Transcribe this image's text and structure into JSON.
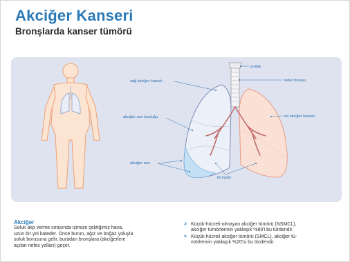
{
  "header": {
    "title": "Akciğer Kanseri",
    "subtitle": "Bronşlarda kanser tümörü"
  },
  "diagram": {
    "labels": {
      "larynx": "gırtlak",
      "trachea": "nefes borusu",
      "right_lung": "sağ akciğer kanadı",
      "left_lung": "sol akciğer kanadı",
      "pleural_space": "akciğer zarı boşluğu",
      "pleura": "akciğer zarı",
      "bronchi": "bronşlar"
    }
  },
  "text": {
    "heading": "Akciğer",
    "paragraph_lines": [
      "Soluk alıp verme sırasında içimize çektiğimiz hava,",
      "uzun bir yol kateder. Önce burun, ağız ve boğaz yoluyla",
      "soluk borusuna gelir, buradan bronşlara (akciğerlere",
      "açılan nefes yolları) geçer."
    ],
    "bullets": [
      {
        "marker": ">",
        "lines": [
          "Küçük-hücreli-olmayan akciğer tümörü (NSMCL),",
          "akciğer tümörlerinin yaklaşık %80'i bu türdendir."
        ]
      },
      {
        "marker": ">",
        "lines": [
          "Küçük-hücreli akciğer tümörü (SMCL), akciğer tü-",
          "mörlerinin yaklaşık %20'si bu türdendir."
        ]
      }
    ]
  }
}
